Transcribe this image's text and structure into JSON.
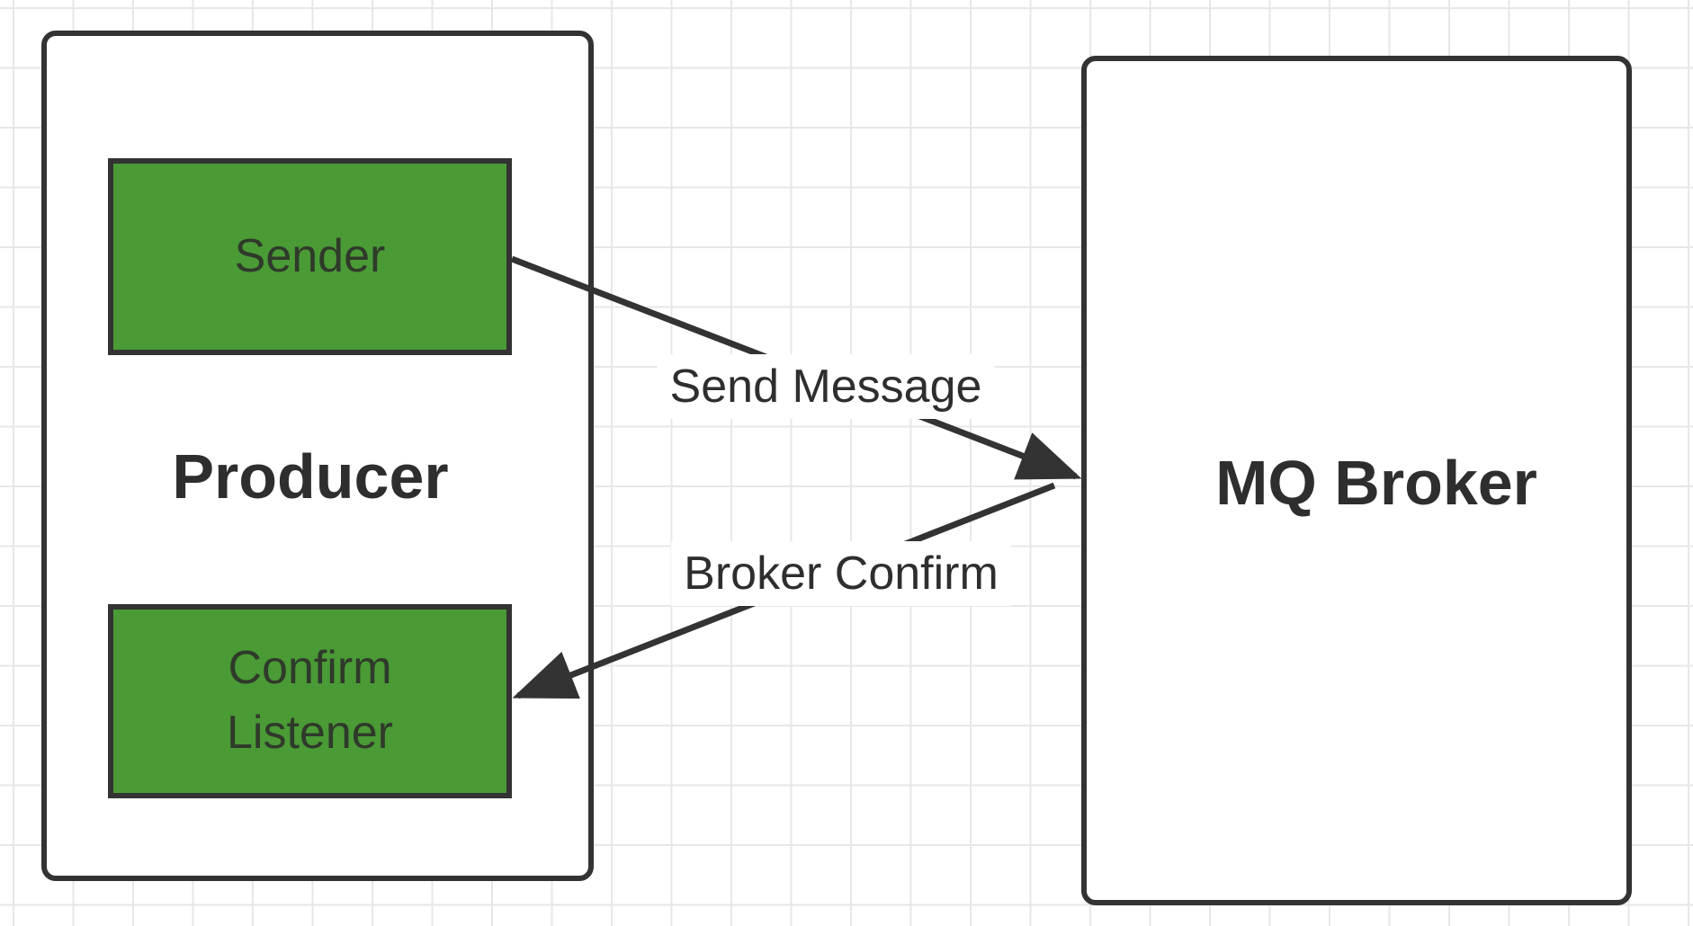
{
  "producer": {
    "label": "Producer",
    "sender": "Sender",
    "listener_line1": "Confirm",
    "listener_line2": "Listener"
  },
  "broker": {
    "label": "MQ Broker"
  },
  "edges": {
    "send": "Send Message",
    "confirm": "Broker Confirm"
  },
  "colors": {
    "component_fill": "#4a9a36",
    "stroke": "#333333",
    "grid": "#e7e7e7"
  }
}
